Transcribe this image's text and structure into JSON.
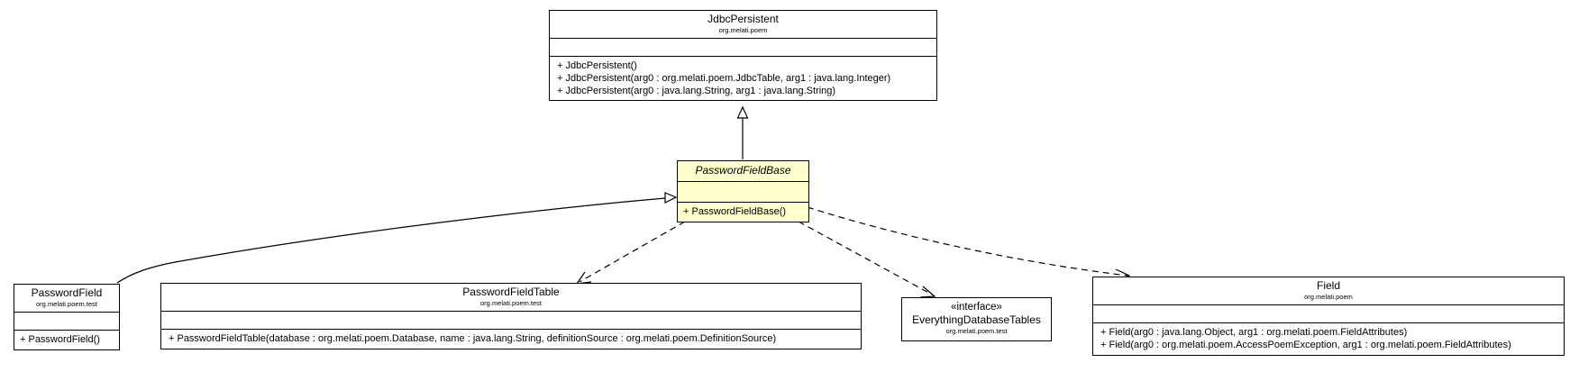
{
  "classes": {
    "jdbc_persistent": {
      "name": "JdbcPersistent",
      "package": "org.melati.poem",
      "operations": [
        "+ JdbcPersistent()",
        "+ JdbcPersistent(arg0 : org.melati.poem.JdbcTable, arg1 : java.lang.Integer)",
        "+ JdbcPersistent(arg0 : java.lang.String, arg1 : java.lang.String)"
      ]
    },
    "password_field_base": {
      "name": "PasswordFieldBase",
      "operations": [
        "+ PasswordFieldBase()"
      ],
      "highlight_color": "#ffffcc"
    },
    "password_field": {
      "name": "PasswordField",
      "package": "org.melati.poem.test",
      "operations": [
        "+ PasswordField()"
      ]
    },
    "password_field_table": {
      "name": "PasswordFieldTable",
      "package": "org.melati.poem.test",
      "operations": [
        "+ PasswordFieldTable(database : org.melati.poem.Database, name : java.lang.String, definitionSource : org.melati.poem.DefinitionSource)"
      ]
    },
    "everything_database_tables": {
      "stereotype": "«interface»",
      "name": "EverythingDatabaseTables",
      "package": "org.melati.poem.test"
    },
    "field": {
      "name": "Field",
      "package": "org.melati.poem",
      "operations": [
        "+ Field(arg0 : java.lang.Object, arg1 : org.melati.poem.FieldAttributes)",
        "+ Field(arg0 : org.melati.poem.AccessPoemException, arg1 : org.melati.poem.FieldAttributes)"
      ]
    }
  }
}
